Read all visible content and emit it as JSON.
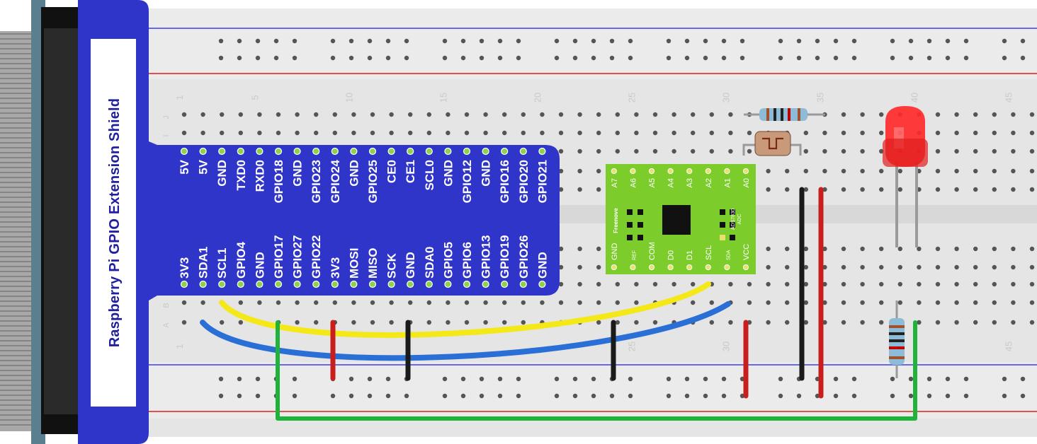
{
  "shield": {
    "title": "Raspberry Pi GPIO Extension Shield",
    "top_pins": [
      "5V",
      "5V",
      "GND",
      "TXD0",
      "RXD0",
      "GPIO18",
      "GND",
      "GPIO23",
      "GPIO24",
      "GND",
      "GPIO25",
      "CE0",
      "CE1",
      "SCL0",
      "GND",
      "GPIO12",
      "GND",
      "GPIO16",
      "GPIO20",
      "GPIO21"
    ],
    "bottom_pins": [
      "3V3",
      "SDA1",
      "SCL1",
      "GPIO4",
      "GND",
      "GPIO17",
      "GPIO27",
      "GPIO22",
      "3V3",
      "MOSI",
      "MISO",
      "SCK",
      "GND",
      "SDA0",
      "GPIO5",
      "GPIO6",
      "GPIO13",
      "GPIO19",
      "GPIO26",
      "GND"
    ]
  },
  "breadboard": {
    "column_numbers_top": [
      "1",
      "5",
      "10",
      "15",
      "20",
      "25",
      "30",
      "35",
      "40",
      "45"
    ],
    "column_numbers_bottom": [
      "1",
      "25",
      "30",
      "45"
    ],
    "row_letters": [
      "J",
      "I",
      "A",
      "B"
    ]
  },
  "adc_module": {
    "top_pins": [
      "A0",
      "A1",
      "A2",
      "A3",
      "A4",
      "A5",
      "A6",
      "A7"
    ],
    "bottom_pins": [
      "VCC",
      "SDA",
      "SCL",
      "D1",
      "D0",
      "COM",
      "REF",
      "GND"
    ],
    "chip_label_line1": "ADC",
    "chip_label_line2": "ADS7830",
    "brand": "Freenove"
  },
  "colors": {
    "shield_blue": "#3035c9",
    "shield_title": "#21219f",
    "pcb_green": "#7ccd2c",
    "breadboard": "#e5e5e5",
    "rail_blue": "#3c3cf0",
    "rail_red": "#d92020",
    "wire_yellow": "#f5e818",
    "wire_blue": "#2a6fd6",
    "wire_red": "#c81e1e",
    "wire_black": "#1a1a1a",
    "wire_green": "#1fb33b",
    "led_red": "#ff2a2a"
  },
  "components": [
    "ribbon-cable",
    "gpio-extension-shield",
    "breadboard",
    "adc-module",
    "photoresistor",
    "resistor",
    "resistor",
    "red-led"
  ]
}
